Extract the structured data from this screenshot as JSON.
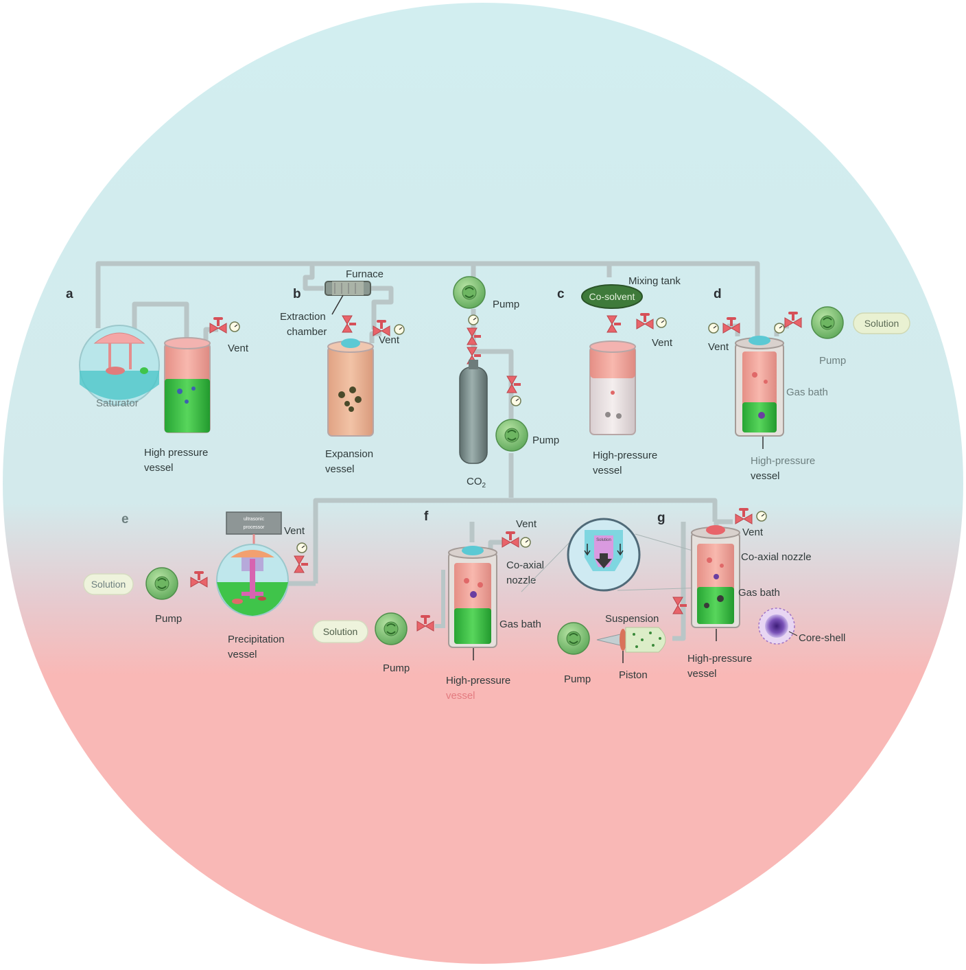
{
  "panels": [
    "a",
    "b",
    "c",
    "d",
    "e",
    "f",
    "g"
  ],
  "labels": {
    "saturator": "Saturator",
    "hp_vessel_a_1": "High pressure",
    "hp_vessel_a_2": "vessel",
    "vent": "Vent",
    "furnace": "Furnace",
    "extraction_1": "Extraction",
    "extraction_2": "chamber",
    "expansion_1": "Expansion",
    "expansion_2": "vessel",
    "pump": "Pump",
    "co2": "CO",
    "co2_sub": "2",
    "mixing_tank": "Mixing tank",
    "co_solvent": "Co-solvent",
    "hp_vessel_1": "High-pressure",
    "hp_vessel_2": "vessel",
    "solution": "Solution",
    "gas_bath": "Gas bath",
    "ultrasonic_1": "ultrasonic",
    "ultrasonic_2": "processor",
    "precipitation_1": "Precipitation",
    "precipitation_2": "vessel",
    "coaxial_1": "Co-axial",
    "coaxial_2": "nozzle",
    "coaxial_nozzle": "Co-axial nozzle",
    "suspension": "Suspension",
    "piston": "Piston",
    "core_shell": "Core-shell",
    "inset_solution": "Solution"
  },
  "colors": {
    "bg_top": "#d2eef0",
    "bg_bottom": "#f9b8b6",
    "liquid_green": "#3fc44a",
    "liquid_pink": "#f2a39a",
    "pump_green": "#8ccf7d",
    "valve_red": "#e8646a",
    "pipe": "#b9c6c7",
    "cylinder_gray": "#7f9190",
    "co_solvent_green": "#3e7a3a",
    "core_shell_purple": "#6a3ea1"
  }
}
